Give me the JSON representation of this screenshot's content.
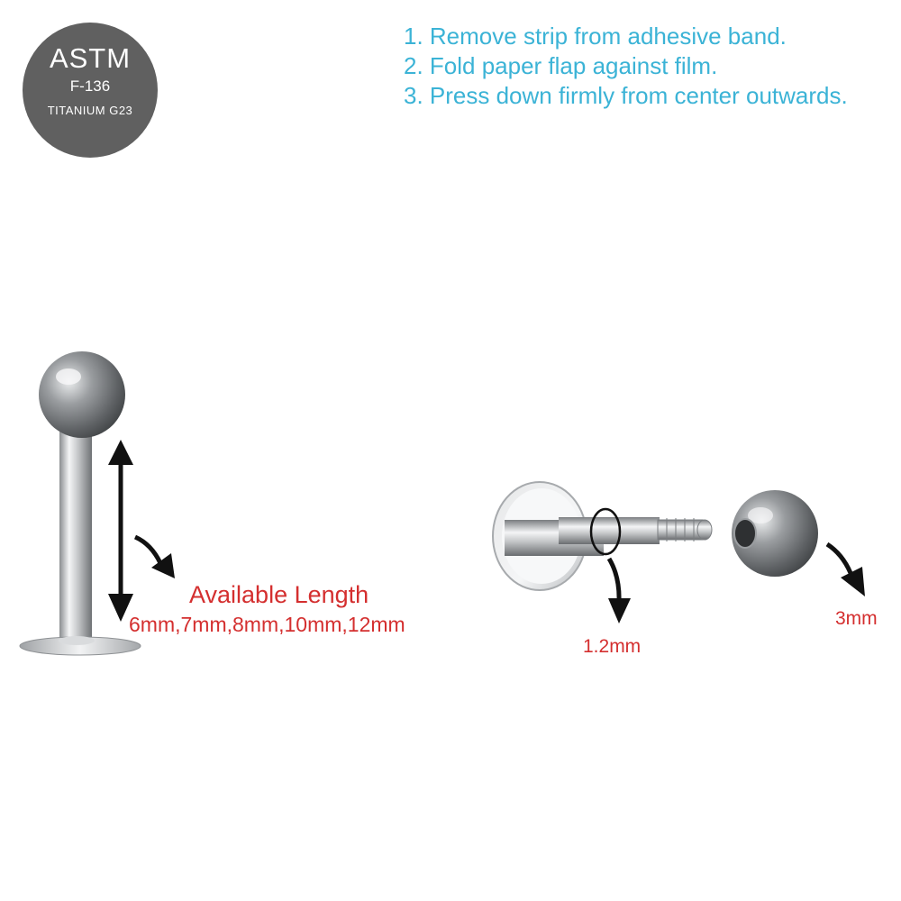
{
  "badge": {
    "line1": "ASTM",
    "line2": "F-136",
    "line3": "TITANIUM G23",
    "color": "#606060"
  },
  "instructions": [
    "1. Remove strip from adhesive band.",
    "2. Fold paper flap against film.",
    "3. Press down firmly from center outwards."
  ],
  "labels": {
    "available_title": "Available Length",
    "available_values": "6mm,7mm,8mm,10mm,12mm",
    "gauge": "1.2mm",
    "ball": "3mm"
  },
  "colors": {
    "instruction_text": "#3bb3d6",
    "label_text": "#d42f2f",
    "arrow": "#111111",
    "metal": "#b9bcbf"
  }
}
